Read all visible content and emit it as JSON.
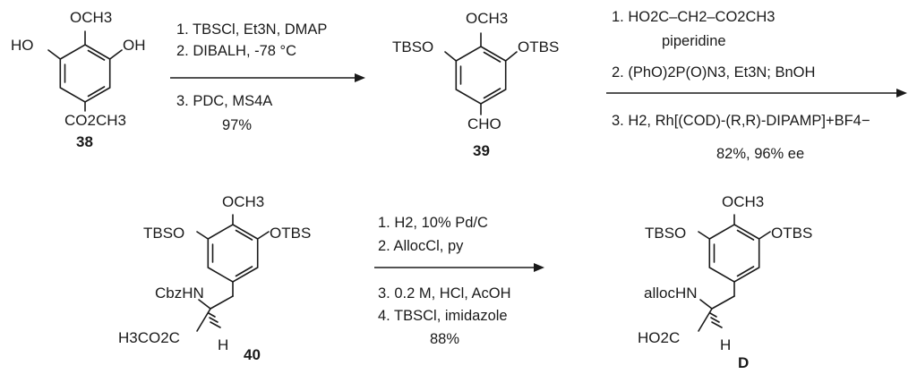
{
  "compounds": {
    "c38": {
      "number": "38",
      "top": "OCH3",
      "left": "HO",
      "right": "OH",
      "bottom": "CO2CH3"
    },
    "c39": {
      "number": "39",
      "top": "OCH3",
      "left": "TBSO",
      "right": "OTBS",
      "bottom": "CHO"
    },
    "c40": {
      "number": "40",
      "top": "OCH3",
      "left": "TBSO",
      "right": "OTBS",
      "nh": "CbzHN",
      "ester": "H3CO2C",
      "h": "H"
    },
    "cD": {
      "number": "D",
      "top": "OCH3",
      "left": "TBSO",
      "right": "OTBS",
      "nh": "allocHN",
      "acid": "HO2C",
      "h": "H"
    }
  },
  "arrow1": {
    "conditions_above": [
      "1. TBSCl, Et3N, DMAP",
      "2. DIBALH, -78 °C"
    ],
    "conditions_below": [
      "3. PDC, MS4A",
      "97%"
    ]
  },
  "arrow2": {
    "reagent_1": "1. HO2C–CH2–CO2CH3",
    "reagent_1_base": "piperidine",
    "reagent_2": "2. (PhO)2P(O)N3, Et3N; BnOH",
    "reagent_3": "3. H2, Rh[(COD)-(R,R)-DIPAMP]+BF4−",
    "yield": "82%, 96% ee"
  },
  "arrow3": {
    "conditions_above": [
      "1. H2, 10% Pd/C",
      "2. AllocCl, py"
    ],
    "conditions_below": [
      "3. 0.2 M, HCl, AcOH",
      "4. TBSCl, imidazole",
      "88%"
    ]
  }
}
